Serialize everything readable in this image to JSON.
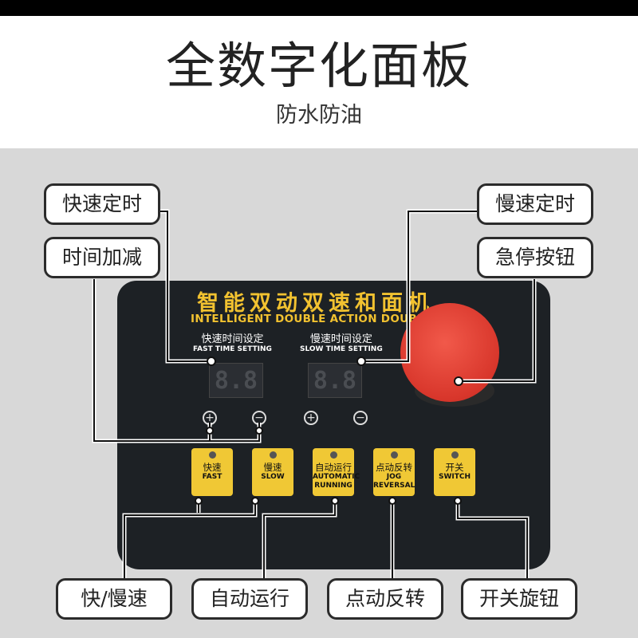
{
  "header": {
    "title": "全数字化面板",
    "subtitle": "防水防油"
  },
  "panel": {
    "title": "智能双动双速和面机",
    "subtitle": "INTELLIGENT DOUBLE ACTION DOUBLE SPEED DOUGH MIXER",
    "fast_setting": {
      "cn": "快速时间设定",
      "en": "FAST TIME SETTING",
      "display": "8.8"
    },
    "slow_setting": {
      "cn": "慢速时间设定",
      "en": "SLOW TIME SETTING",
      "display": "8.8"
    },
    "plus": "+",
    "minus": "−",
    "buttons": [
      {
        "cn": "快速",
        "en": "FAST"
      },
      {
        "cn": "慢速",
        "en": "SLOW"
      },
      {
        "cn": "自动运行",
        "en": "AUTOMATIC RUNNING"
      },
      {
        "cn": "点动反转",
        "en": "JOG REVERSAL"
      },
      {
        "cn": "开关",
        "en": "SWITCH"
      }
    ]
  },
  "callouts": {
    "fast_timer": "快速定时",
    "time_adjust": "时间加减",
    "slow_timer": "慢速定时",
    "estop": "急停按钮",
    "speed": "快/慢速",
    "auto": "自动运行",
    "jog": "点动反转",
    "switch": "开关旋钮"
  },
  "colors": {
    "panel": "#1d2125",
    "label_yellow": "#f2c230",
    "estop_red": "#d8362b"
  }
}
